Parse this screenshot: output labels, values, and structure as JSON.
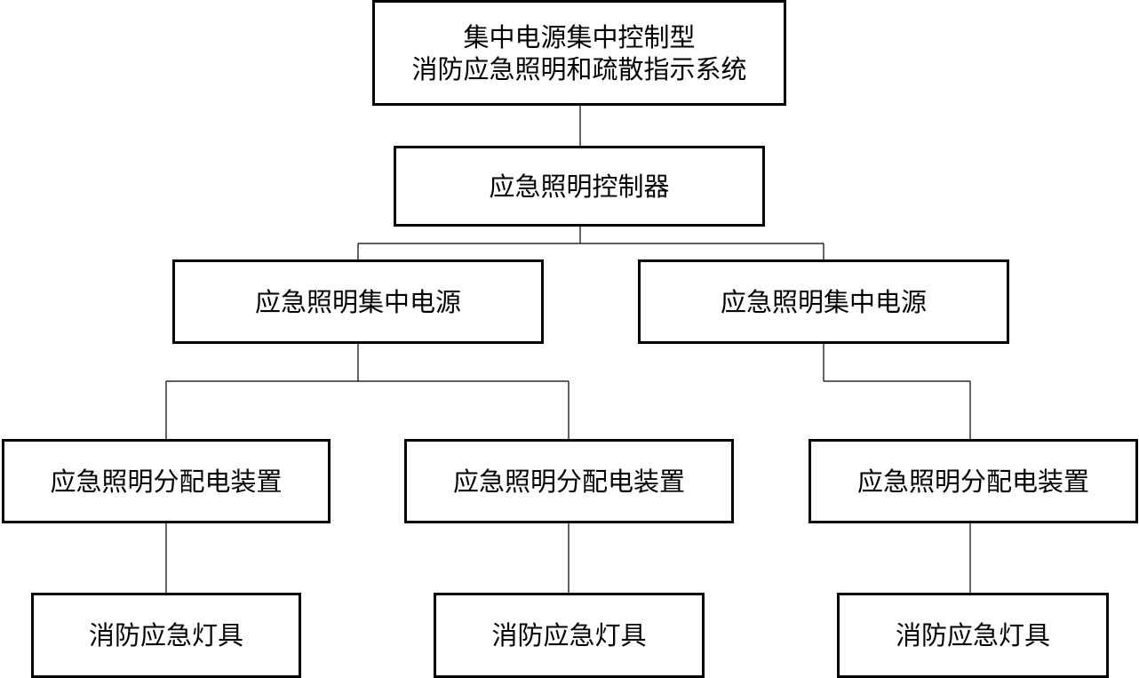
{
  "root": {
    "line1": "集中电源集中控制型",
    "line2": "消防应急照明和疏散指示系统"
  },
  "controller": {
    "label": "应急照明控制器"
  },
  "power_sources": [
    {
      "label": "应急照明集中电源"
    },
    {
      "label": "应急照明集中电源"
    }
  ],
  "distribution_devices": [
    {
      "label": "应急照明分配电装置"
    },
    {
      "label": "应急照明分配电装置"
    },
    {
      "label": "应急照明分配电装置"
    }
  ],
  "fixtures": [
    {
      "label": "消防应急灯具"
    },
    {
      "label": "消防应急灯具"
    },
    {
      "label": "消防应急灯具"
    }
  ]
}
